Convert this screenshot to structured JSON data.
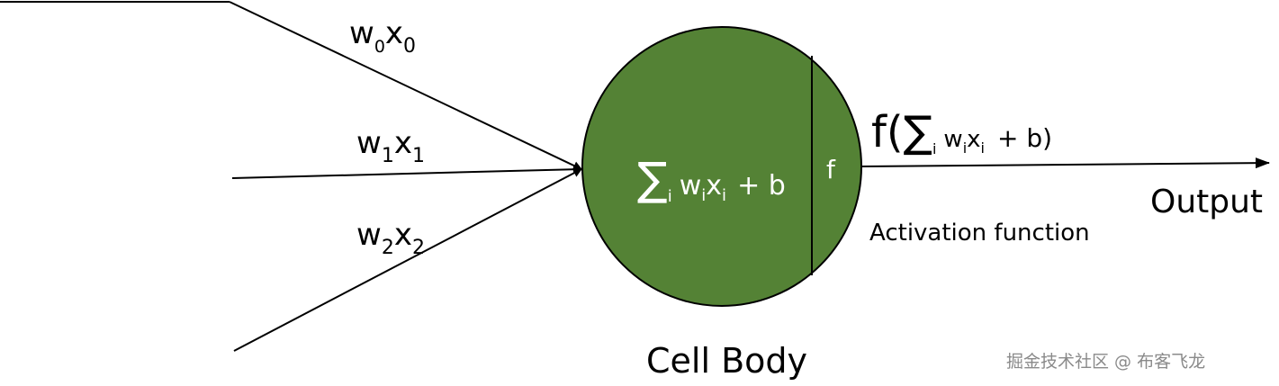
{
  "inputs": [
    {
      "w": "w",
      "w_sub": "0",
      "x": "x",
      "x_sub": "0"
    },
    {
      "w": "w",
      "w_sub": "1",
      "x": "x",
      "x_sub": "1"
    },
    {
      "w": "w",
      "w_sub": "2",
      "x": "x",
      "x_sub": "2"
    }
  ],
  "cell": {
    "sum_symbol": "∑",
    "sum_index": "i",
    "w": "w",
    "w_sub": "i",
    "x": "x",
    "x_sub": "i",
    "plus_b": "+ b",
    "activation_symbol": "f",
    "fill_color": "#548235",
    "label": "Cell Body"
  },
  "output": {
    "f_open": "f(",
    "sum_symbol": "∑",
    "sum_index": "i",
    "w": "w",
    "w_sub": "i",
    "x": "x",
    "x_sub": "i",
    "plus_b_close": "+ b)",
    "label": "Output",
    "activation_label": "Activation function"
  },
  "watermark": "掘金技术社区 @ 布客飞龙"
}
